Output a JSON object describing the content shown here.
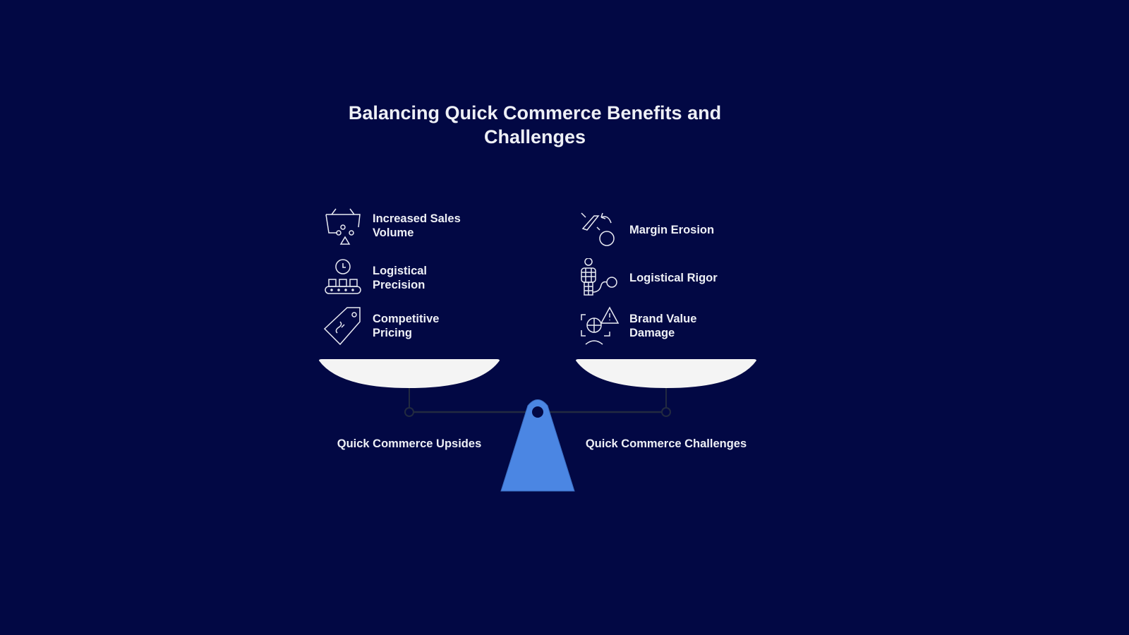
{
  "title": "Balancing Quick Commerce Benefits and Challenges",
  "upsides": {
    "label": "Quick Commerce Upsides",
    "items": [
      {
        "label": "Increased Sales Volume",
        "icon": "basket-icon"
      },
      {
        "label": "Logistical Precision",
        "icon": "conveyor-clock-icon"
      },
      {
        "label": "Competitive Pricing",
        "icon": "price-tag-icon"
      }
    ]
  },
  "challenges": {
    "label": "Quick Commerce Challenges",
    "items": [
      {
        "label": "Margin Erosion",
        "icon": "erosion-icon"
      },
      {
        "label": "Logistical Rigor",
        "icon": "worker-icon"
      },
      {
        "label": "Brand Value Damage",
        "icon": "brand-warning-icon"
      }
    ]
  },
  "colors": {
    "background": "#020844",
    "fulcrum": "#4b86e3",
    "pan": "#f4f4f4"
  }
}
